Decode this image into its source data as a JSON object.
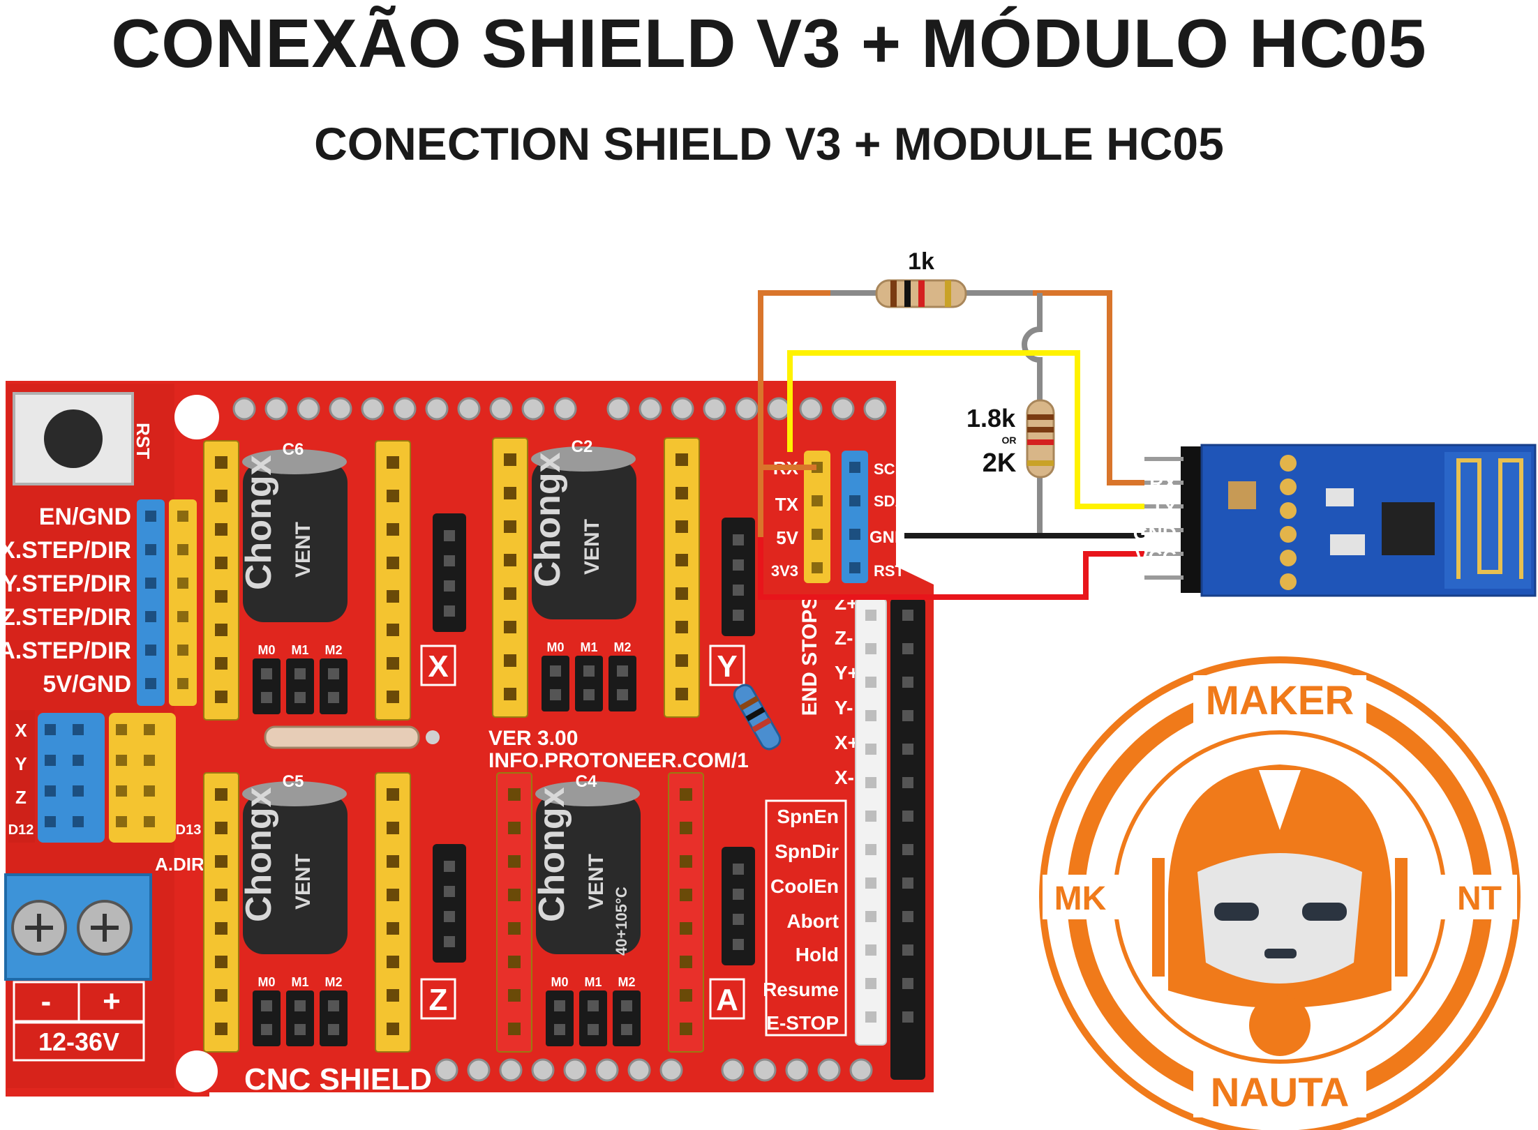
{
  "header": {
    "title": "CONEXÃO SHIELD V3 + MÓDULO HC05",
    "subtitle": "CONECTION SHIELD V3 + MODULE HC05"
  },
  "colors": {
    "board": "#e0261e",
    "board_dark": "#b81c16",
    "header_yellow": "#f4c430",
    "header_blue": "#3a8fd8",
    "header_red": "#e8302a",
    "header_white": "#f2f2f2",
    "header_black": "#1a1a1a",
    "module_blue": "#1f55b8",
    "wire_orange": "#d9752b",
    "wire_yellow": "#fff200",
    "wire_black": "#1a1a1a",
    "wire_red": "#e8151b",
    "wire_gray": "#8a8a8a",
    "logo_orange": "#f07a1a"
  },
  "resistors": {
    "r1_label": "1k",
    "r2_label_top": "1.8k",
    "r2_label_or": "OR",
    "r2_label_bottom": "2K"
  },
  "shield": {
    "rst": "RST",
    "left_labels": [
      "EN/GND",
      "X.STEP/DIR",
      "Y.STEP/DIR",
      "Z.STEP/DIR",
      "A.STEP/DIR",
      "5V/GND"
    ],
    "axis_pins": [
      "X",
      "Y",
      "Z"
    ],
    "d12": "D12",
    "d13": "D13",
    "adir": "A.DIR",
    "capacitors": [
      "C6",
      "C2",
      "C5",
      "C4"
    ],
    "cap_brand": "Chongx",
    "cap_vent": "VENT",
    "cap_rating": "40+105°C",
    "microstep": [
      "M0",
      "M1",
      "M2"
    ],
    "driver_labels": [
      "X",
      "Y",
      "Z",
      "A"
    ],
    "version": "VER  3.00",
    "url": "INFO.PROTONEER.COM/1",
    "uart_left": [
      "RX",
      "TX",
      "5V",
      "3V3"
    ],
    "uart_right": [
      "SCL",
      "SDA",
      "GND",
      "RST"
    ],
    "end_stops_title": "END STOPS",
    "end_stops": [
      "Z+",
      "Z-",
      "Y+",
      "Y-",
      "X+",
      "X-"
    ],
    "controls": [
      "SpnEn",
      "SpnDir",
      "CoolEn",
      "Abort",
      "Hold",
      "Resume",
      "E-STOP"
    ],
    "power_minus": "-",
    "power_plus": "+",
    "voltage": "12-36V",
    "name": "CNC  SHIELD"
  },
  "hc05": {
    "pins": [
      "RX",
      "TX",
      "GND",
      "VCC"
    ]
  },
  "logo": {
    "top": "MAKER",
    "bottom": "NAUTA",
    "left": "MK",
    "right": "NT"
  }
}
